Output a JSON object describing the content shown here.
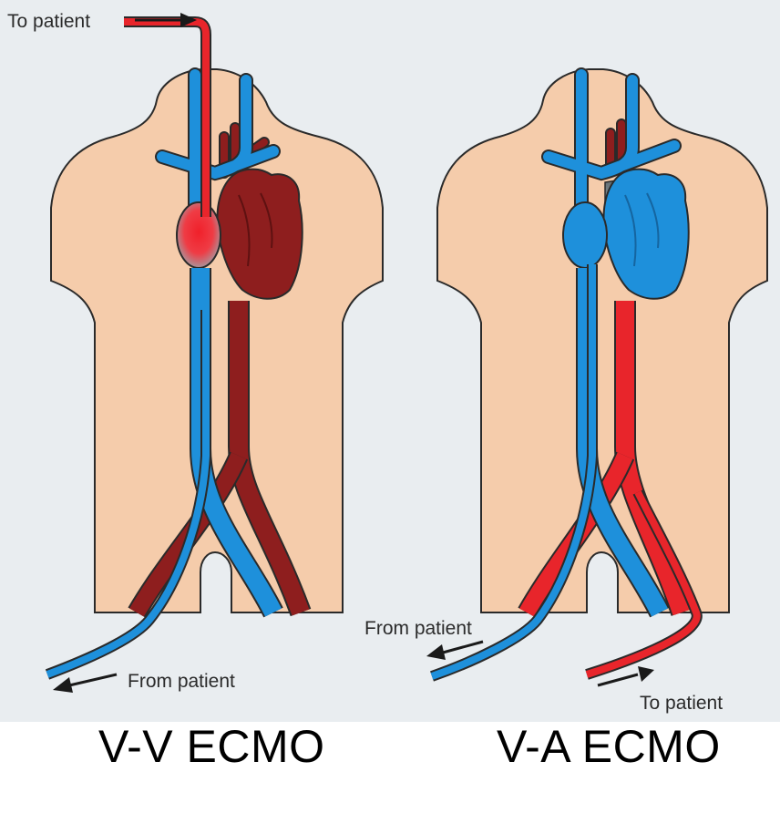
{
  "diagrams": [
    {
      "caption": "V-V ECMO",
      "labels": {
        "to_patient": "To patient",
        "from_patient": "From patient"
      }
    },
    {
      "caption": "V-A ECMO",
      "labels": {
        "from_patient": "From patient",
        "to_patient": "To patient"
      }
    }
  ],
  "colors": {
    "background": "#E9EDF0",
    "skin": "#F5CCAB",
    "skin_outline": "#2A2A2A",
    "venous_blue": "#1E90DB",
    "deoxy_dark_red": "#8E1E1E",
    "oxygenated_red": "#E8252B",
    "mixing_gray": "#7F8A90"
  }
}
